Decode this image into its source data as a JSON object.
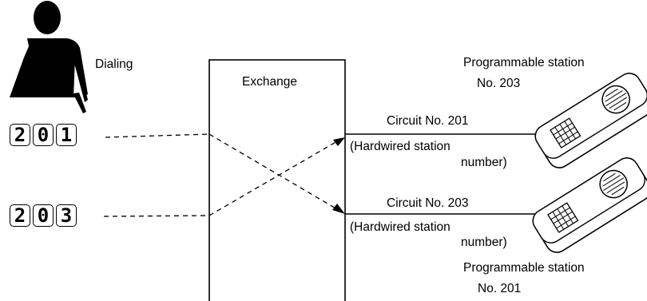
{
  "labels": {
    "dialing": "Dialing",
    "exchange": "Exchange",
    "top_station_title": "Programmable station",
    "top_station_number": "No. 203",
    "bottom_station_title": "Programmable station",
    "bottom_station_number": "No. 201",
    "circuit_top": "Circuit No. 201",
    "circuit_bottom": "Circuit No. 203",
    "hardwired_top_1": "(Hardwired station",
    "hardwired_top_2": "number)",
    "hardwired_bottom_1": "(Hardwired station",
    "hardwired_bottom_2": "number)"
  },
  "dial_keys": {
    "top": [
      "2",
      "0",
      "1"
    ],
    "bottom": [
      "2",
      "0",
      "3"
    ]
  },
  "icons": [
    "person-icon",
    "telephone-icon"
  ]
}
